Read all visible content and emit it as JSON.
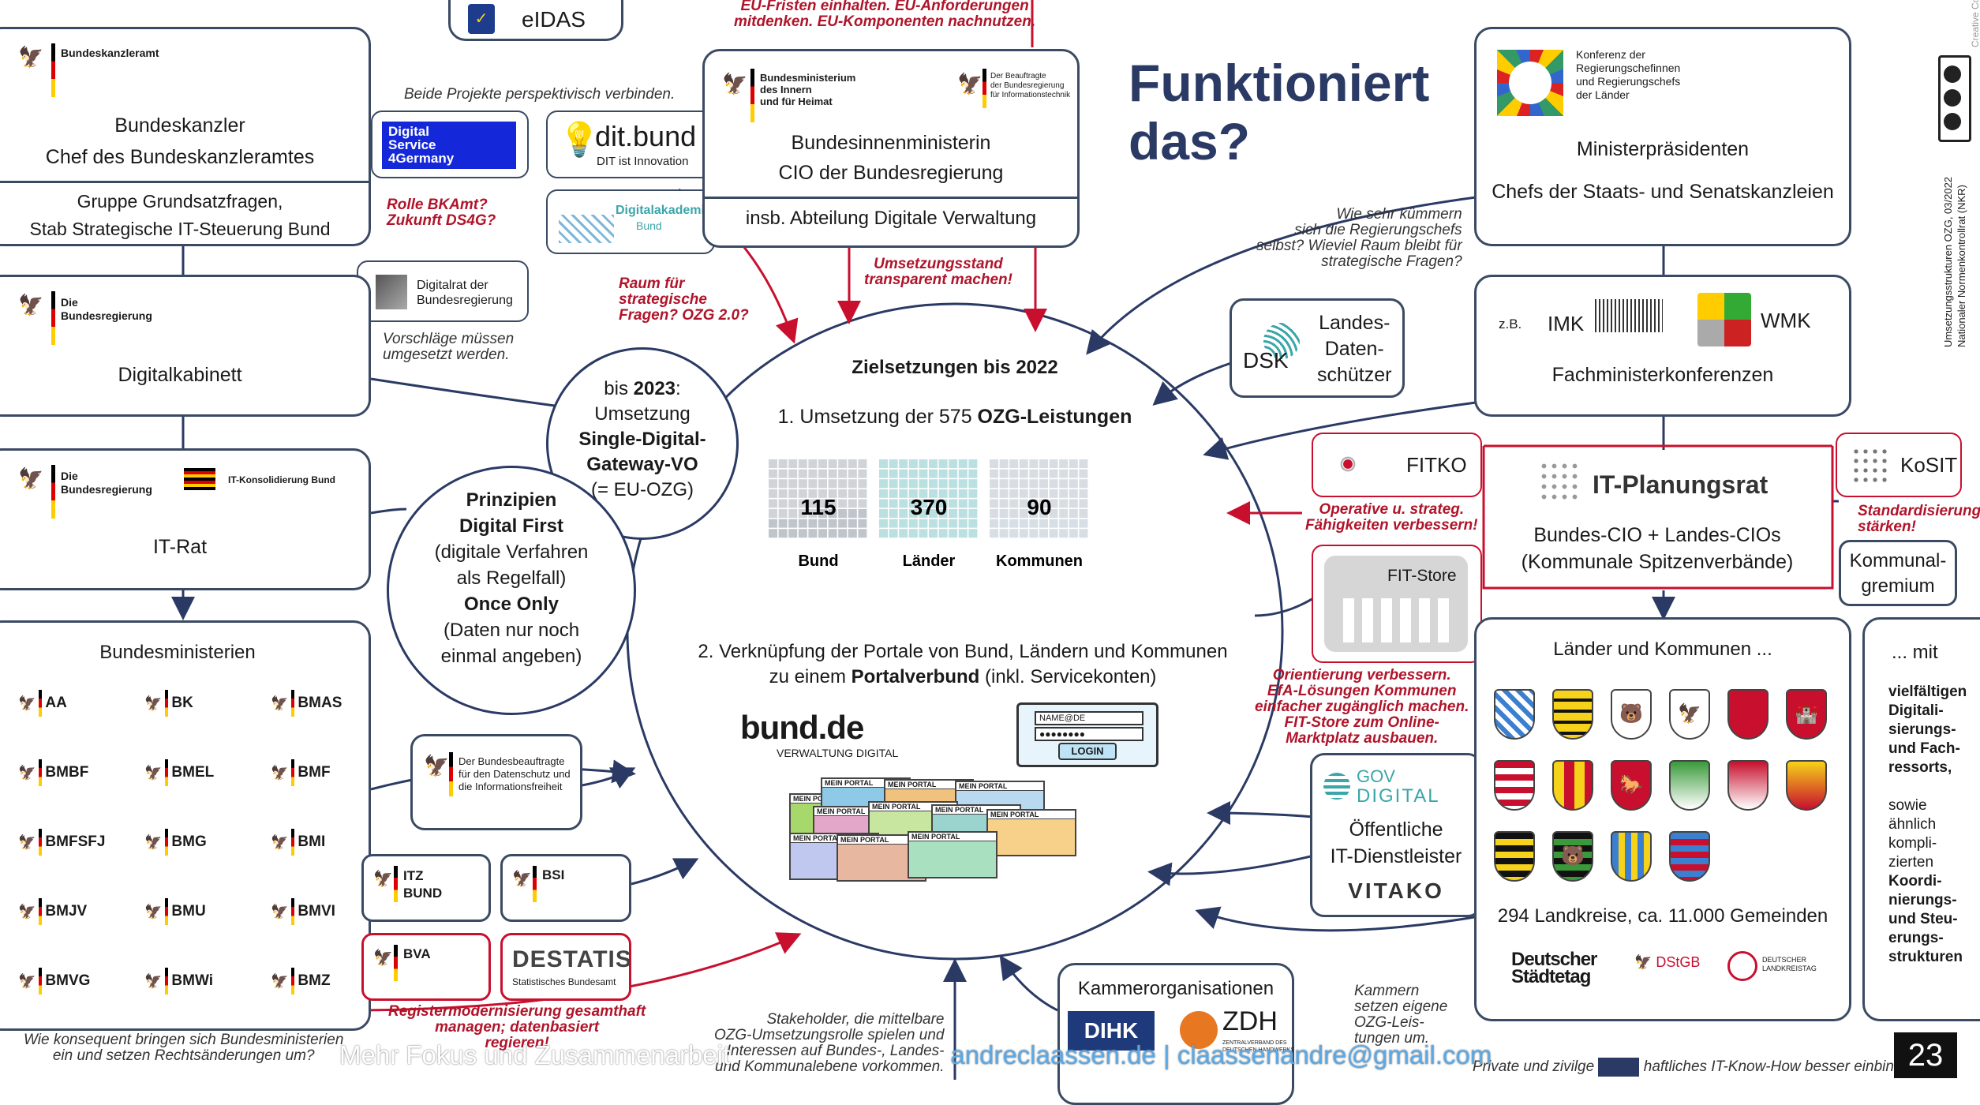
{
  "title": {
    "line1": "Funktioniert",
    "line2": "das?"
  },
  "page_number": "23",
  "footer": {
    "text": "Mehr Fokus und Zusammenarbeit",
    "link1": "andreclaassen.de",
    "separator": "|",
    "link2": "claassenandre@gmail.com"
  },
  "colors": {
    "navy": "#2a3a64",
    "box_border": "#3b4a63",
    "red": "#b0142a",
    "teal": "#3aa6a9",
    "link": "#5aa9e6"
  },
  "eidas": {
    "label": "eIDAS"
  },
  "eu_note": {
    "line1": "EU-Fristen einhalten. EU-Anforderungen",
    "line2": "mitdenken. EU-Komponenten nachnutzen."
  },
  "kanzleramt": {
    "org": "Bundeskanzleramt",
    "line1": "Bundeskanzler",
    "line2": "Chef des Bundeskanzleramtes",
    "sub1": "Gruppe Grundsatzfragen,",
    "sub2": "Stab Strategische IT-Steuerung Bund"
  },
  "projects_note": "Beide Projekte perspektivisch verbinden.",
  "ds4g": {
    "line1": "Digital",
    "line2": "Service",
    "line3": "4Germany"
  },
  "ditbund": {
    "name": "dit.bund",
    "sub": "DIT ist Innovation"
  },
  "digitalakademie": {
    "line1": "Digitalakademie",
    "line2": "Bund"
  },
  "red_rolle": {
    "line1": "Rolle BKAmt?",
    "line2": "Zukunft DS4G?"
  },
  "bmi": {
    "org1": "Bundesministerium",
    "org2": "des Innern",
    "org3": "und für Heimat",
    "org_r1": "Der Beauftragte",
    "org_r2": "der Bundesregierung",
    "org_r3": "für Informationstechnik",
    "line1": "Bundesinnenministerin",
    "line2": "CIO der Bundesregierung",
    "sub": "insb. Abteilung Digitale Verwaltung"
  },
  "red_umsetzung": {
    "line1": "Umsetzungsstand",
    "line2": "transparent machen!"
  },
  "red_raum": {
    "line1": "Raum für",
    "line2": "strategische",
    "line3": "Fragen? OZG 2.0?"
  },
  "digitalrat": {
    "line1": "Digitalrat der",
    "line2": "Bundesregierung"
  },
  "vorschlaege": {
    "line1": "Vorschläge müssen",
    "line2": "umgesetzt werden."
  },
  "digitalkabinett": {
    "org1": "Die",
    "org2": "Bundesregierung",
    "label": "Digitalkabinett"
  },
  "itrat": {
    "org1": "Die",
    "org2": "Bundesregierung",
    "org_r": "IT-Konsolidierung Bund",
    "label": "IT-Rat"
  },
  "sdg": {
    "line1": "bis",
    "year": "2023",
    "line2": "Umsetzung",
    "line3": "Single-Digital-",
    "line4": "Gateway-VO",
    "line5": "(= EU-OZG)"
  },
  "prinzipien": {
    "title": "Prinzipien",
    "p1": "Digital First",
    "p1a": "(digitale Verfahren",
    "p1b": "als Regelfall)",
    "p2": "Once Only",
    "p2a": "(Daten nur noch",
    "p2b": "einmal angeben)"
  },
  "ziele": {
    "title": "Zielsetzungen bis 2022",
    "goal1_prefix": "1. Umsetzung der 575 ",
    "goal1_bold": "OZG-Leistungen",
    "goal2_line1": "2. Verknüpfung der Portale von Bund, Ländern und Kommunen",
    "goal2_line2_prefix": "zu einem ",
    "goal2_bold": "Portalverbund",
    "goal2_suffix": " (inkl. Servicekonten)"
  },
  "chart_data": {
    "type": "bar",
    "title": "",
    "categories": [
      "Bund",
      "Länder",
      "Kommunen"
    ],
    "values": [
      115,
      370,
      90
    ]
  },
  "bundde": {
    "name": "bund.de",
    "sub": "VERWALTUNG DIGITAL"
  },
  "login": {
    "field": "NAME@DE",
    "button": "LOGIN"
  },
  "portal_label": "MEIN PORTAL",
  "bundesministerien": {
    "title": "Bundesministerien",
    "items": [
      "AA",
      "BK",
      "BMAS",
      "BMBF",
      "BMEL",
      "BMF",
      "BMFSFJ",
      "BMG",
      "BMI",
      "BMJV",
      "BMU",
      "BMVI",
      "BMVG",
      "BMWi",
      "BMZ"
    ],
    "note1": "Wie konsequent bringen sich Bundesministerien",
    "note2": "ein und setzen Rechtsänderungen um?"
  },
  "bfdi": {
    "line1": "Der Bundesbeauftragte",
    "line2": "für den Datenschutz und",
    "line3": "die Informationsfreiheit"
  },
  "itzbund": {
    "line1": "ITZ",
    "line2": "BUND"
  },
  "bsi": "BSI",
  "bva": "BVA",
  "destatis": {
    "name": "DESTATIS",
    "sub": "Statistisches Bundesamt"
  },
  "red_register": {
    "line1": "Registermodernisierung gesamthaft",
    "line2": "managen; datenbasiert",
    "line3": "regieren!"
  },
  "stakeholder": {
    "line1": "Stakeholder, die mittelbare",
    "line2": "OZG-Umsetzungsrolle spielen und",
    "line3": "Interessen auf Bundes-, Landes-",
    "line4": "und Kommunalebene vorkommen."
  },
  "kammer": {
    "title": "Kammerorganisationen",
    "dihk": "DIHK",
    "zdh": "ZDH",
    "zdh_sub1": "ZENTRALVERBAND DES",
    "zdh_sub2": "DEUTSCHEN HANDWERKS",
    "note1": "Kammern",
    "note2": "setzen eigene",
    "note3": "OZG-Leis-",
    "note4": "tungen um."
  },
  "mpk": {
    "org1": "Konferenz der",
    "org2": "Regierungschefinnen",
    "org3": "und Regierungschefs",
    "org4": "der Länder",
    "line1": "Ministerpräsidenten",
    "line2": "Chefs der Staats- und Senatskanzleien"
  },
  "regierungschefs_note": {
    "line1": "Wie sehr kümmern",
    "line2": "sich die Regierungschefs",
    "line3": "selbst? Wieviel Raum bleibt für",
    "line4": "strategische Fragen?"
  },
  "fmk": {
    "zb": "z.B.",
    "imk": "IMK",
    "wmk": "WMK",
    "label": "Fachministerkonferenzen"
  },
  "dsk": {
    "abbr": "DSK",
    "line1": "Landes-",
    "line2": "Daten-",
    "line3": "schützer"
  },
  "fitko": "FITKO",
  "red_fitko": {
    "line1": "Operative u. strateg.",
    "line2": "Fähigkeiten verbessern!"
  },
  "fitstore": "FIT-Store",
  "red_fitstore": {
    "line1": "Orientierung verbessern.",
    "line2": "EfA-Lösungen Kommunen",
    "line3": "einfacher zugänglich machen.",
    "line4": "FIT-Store zum Online-",
    "line5": "Marktplatz ausbauen."
  },
  "itplr": {
    "title": "IT-Planungsrat",
    "line1": "Bundes-CIO + Landes-CIOs",
    "line2": "(Kommunale Spitzenverbände)"
  },
  "kosit": "KoSIT",
  "red_kosit": {
    "line1": "Standardisierung",
    "line2": "stärken!"
  },
  "kommunalgremium": {
    "line1": "Kommunal-",
    "line2": "gremium"
  },
  "govdigital": {
    "line1": "GOV",
    "line2": "DIGITAL",
    "label1": "Öffentliche",
    "label2": "IT-Dienstleister",
    "vitako": "VITAKO"
  },
  "laender": {
    "title": "Länder und Kommunen ...",
    "count": "294 Landkreise, ca. 11.000 Gemeinden",
    "dst1": "Deutscher",
    "dst2": "Städtetag",
    "dstgb": "DStGB",
    "dlt1": "DEUTSCHER",
    "dlt2": "LANDKREISTAG"
  },
  "mit": {
    "title": "... mit",
    "lines": [
      "vielfältigen",
      "Digitali-",
      "sierungs-",
      "und Fach-",
      "ressorts,",
      "",
      "sowie",
      "ähnlich",
      "kompli-",
      "zierten",
      "Koordi-",
      "nierungs-",
      "und Steu-",
      "erungs-",
      "strukturen"
    ]
  },
  "private_note": {
    "prefix": "Private und zivilge",
    "suffix": "haftliches IT-Know-How besser einbin"
  },
  "side": {
    "line1": "Umsetzungsstrukturen OZG, 03/2022",
    "line2": "Nationaler Normenkontrollrat (NKR)",
    "license": "Creative Commons"
  }
}
